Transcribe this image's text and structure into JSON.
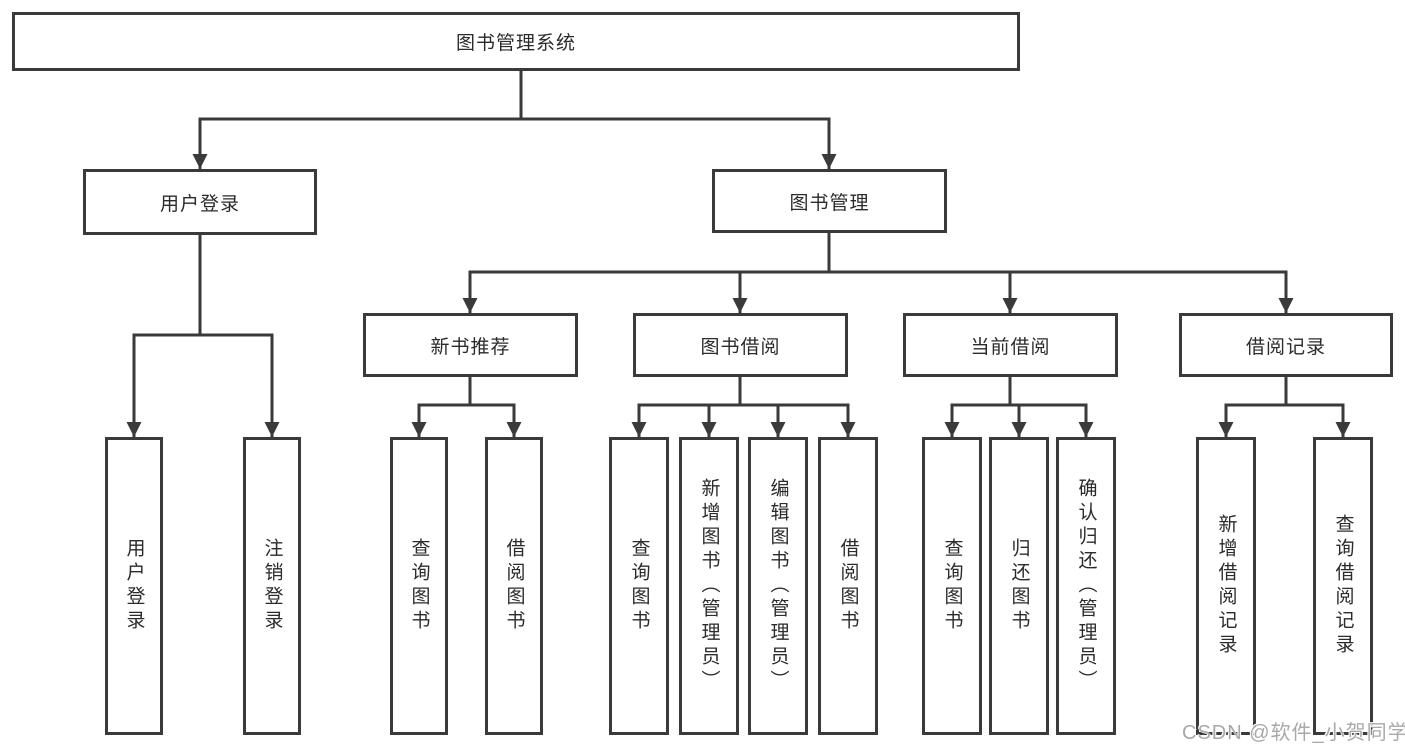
{
  "tree": {
    "label": "图书管理系统",
    "children": [
      {
        "label": "用户登录",
        "children": [
          {
            "label": "用户登录"
          },
          {
            "label": "注销登录"
          }
        ]
      },
      {
        "label": "图书管理",
        "children": [
          {
            "label": "新书推荐",
            "children": [
              {
                "label": "查询图书"
              },
              {
                "label": "借阅图书"
              }
            ]
          },
          {
            "label": "图书借阅",
            "children": [
              {
                "label": "查询图书"
              },
              {
                "label": "新增图书（管理员）"
              },
              {
                "label": "编辑图书（管理员）"
              },
              {
                "label": "借阅图书"
              }
            ]
          },
          {
            "label": "当前借阅",
            "children": [
              {
                "label": "查询图书"
              },
              {
                "label": "归还图书"
              },
              {
                "label": "确认归还（管理员）"
              }
            ]
          },
          {
            "label": "借阅记录",
            "children": [
              {
                "label": "新增借阅记录"
              },
              {
                "label": "查询借阅记录"
              }
            ]
          }
        ]
      }
    ]
  },
  "watermark": {
    "text": "CSDN @软件_小贺同学"
  },
  "colors": {
    "line": "#3a3a3a",
    "box_border": "#3a3a3a",
    "text": "#2b2b2b",
    "watermark": "#a9a9a9",
    "background": "#ffffff"
  }
}
